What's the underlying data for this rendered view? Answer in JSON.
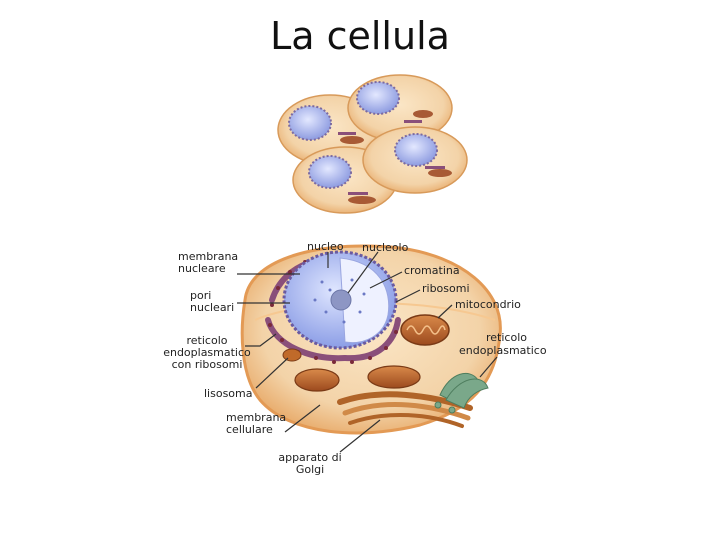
{
  "slide": {
    "title": "La cellula"
  },
  "labels": {
    "nucleo": "nucleo",
    "nucleolo": "nucleolo",
    "membrana_nucleare": [
      "membrana",
      "nucleare"
    ],
    "cromatina": "cromatina",
    "ribosomi": "ribosomi",
    "pori_nucleari": [
      "pori",
      "nucleari"
    ],
    "mitocondrio": "mitocondrio",
    "reticolo_liscio": [
      "reticolo",
      "endoplasmatico"
    ],
    "reticolo_ruvido": [
      "reticolo",
      "endoplasmatico",
      "con ribosomi"
    ],
    "lisosoma": "lisosoma",
    "membrana_cellulare": [
      "membrana",
      "cellulare"
    ],
    "golgi": [
      "apparato di",
      "Golgi"
    ]
  },
  "colors": {
    "cytoplasm": "#f3d3a8",
    "cell_rim": "#e7a866",
    "nucleus": "#a9b8ee",
    "nucleolus": "#8d96c4",
    "er": "#8a4f7a",
    "ribosome_dot": "#7a2a3a",
    "mitochondria": "#b5612a",
    "golgi": "#c57a3a",
    "smooth_er": "#6a9a7a",
    "leader_line": "#333333"
  }
}
